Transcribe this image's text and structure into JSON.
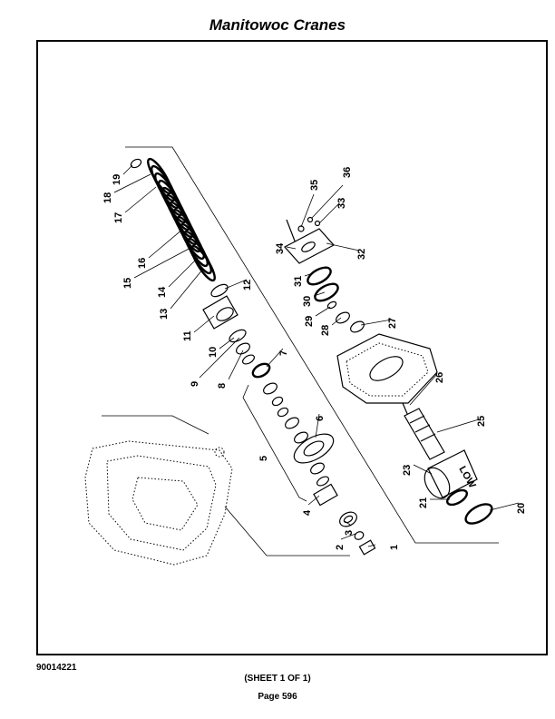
{
  "header": {
    "title": "Manitowoc Cranes"
  },
  "footer": {
    "doc_number": "90014221",
    "sheet": "(SHEET 1 OF 1)",
    "page": "Page 596"
  },
  "diagram": {
    "callouts": {
      "c1": "1",
      "c2": "2",
      "c3": "3",
      "c4": "4",
      "c5": "5",
      "c6": "6",
      "c7": "7",
      "c8": "8",
      "c9": "9",
      "c10": "10",
      "c11": "11",
      "c12": "12",
      "c13": "13",
      "c14": "14",
      "c15": "15",
      "c16": "16",
      "c17": "17",
      "c18": "18",
      "c19": "19",
      "c20": "20",
      "c21": "21",
      "c23": "23",
      "c25": "25",
      "c26": "26",
      "c27": "27",
      "c28": "28",
      "c29": "29",
      "c30": "30",
      "c31": "31",
      "c32": "32",
      "c33": "33",
      "c34": "34",
      "c35": "35",
      "c36": "36"
    },
    "drum_label": "LOW"
  }
}
